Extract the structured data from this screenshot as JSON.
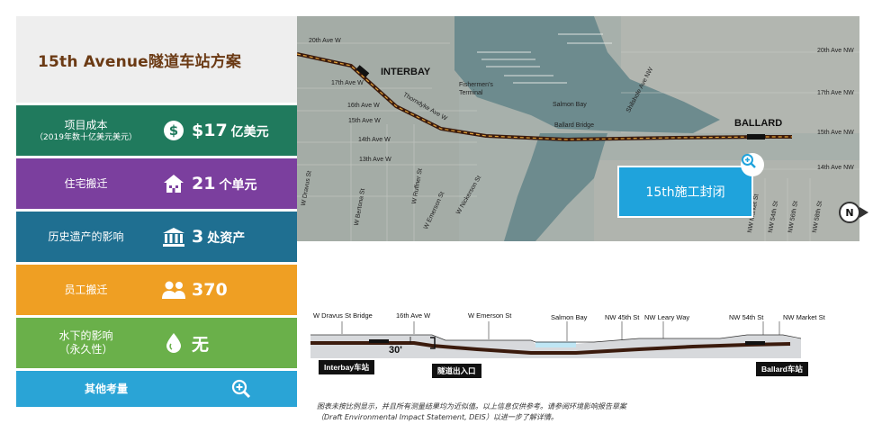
{
  "title": "15th Avenue隧道车站方案",
  "metrics": [
    {
      "label": "项目成本",
      "sublabel": "（2019年数十亿美元美元）",
      "value": "$17",
      "unit": "亿美元",
      "icon": "dollar-icon"
    },
    {
      "label": "住宅搬迁",
      "value": "21",
      "unit": "个单元",
      "icon": "house-icon"
    },
    {
      "label": "历史遗产的影响",
      "value": "3",
      "unit": "处资产",
      "icon": "historic-building-icon"
    },
    {
      "label": "员工搬迁",
      "value": "370",
      "icon": "people-icon"
    },
    {
      "label": "水下的影响",
      "sublabel": "（永久性）",
      "value": "无",
      "icon": "water-drop-icon"
    }
  ],
  "other": {
    "label": "其他考量",
    "icon": "zoom-in-icon"
  },
  "map": {
    "neighborhoods": {
      "interbay": "INTERBAY",
      "ballard": "BALLARD"
    },
    "streets": {
      "w20th": "20th Ave W",
      "w17th": "17th Ave W",
      "w16th": "16th Ave W",
      "w15th": "15th Ave W",
      "w14th": "14th Ave W",
      "w13th": "13th Ave W",
      "thorndyke": "Thorndyke Ave W",
      "fishermens": "Fishermen's Terminal",
      "salmon_bay": "Salmon Bay",
      "ballard_bridge": "Ballard Bridge",
      "shilshole": "Shilshole Ave NW",
      "nw20th": "20th Ave NW",
      "nw17th": "17th Ave NW",
      "nw15th": "15th Ave NW",
      "nw14th": "14th Ave NW",
      "dravus": "W Dravus St",
      "bertona": "W Bertona St",
      "ruffner": "W Ruffner St",
      "emerson": "W Emerson St",
      "nickerson": "W Nickerson St",
      "market": "NW Market St",
      "nw54th": "NW 54th St",
      "nw56th": "NW 56th St",
      "nw58th": "NW 58th St"
    },
    "closure_label": "15th施工封闭",
    "north_label": "N"
  },
  "profile": {
    "labels": {
      "dravus": "W Dravus St Bridge",
      "ave16": "16th Ave W",
      "emerson": "W Emerson St",
      "salmon": "Salmon Bay",
      "nw45": "NW 45th St",
      "leary": "NW Leary Way",
      "nw54": "NW 54th St",
      "market": "NW Market St"
    },
    "depth": "30'",
    "interbay_station": "Interbay车站",
    "portal": "隧道出入口",
    "ballard_station": "Ballard车站"
  },
  "note": "图表未按比例显示，并且所有测量结果均为近似值。以上信息仅供参考。请参阅环境影响报告草案（Draft Environmental Impact Statement, DEIS）以进一步了解详情。",
  "colors": {
    "cost": "#207a5d",
    "residential": "#7b3f9e",
    "historic": "#1f6f91",
    "employees": "#ef9f23",
    "water": "#6ab04a",
    "other": "#2aa4d6",
    "title": "#6b3a14"
  }
}
